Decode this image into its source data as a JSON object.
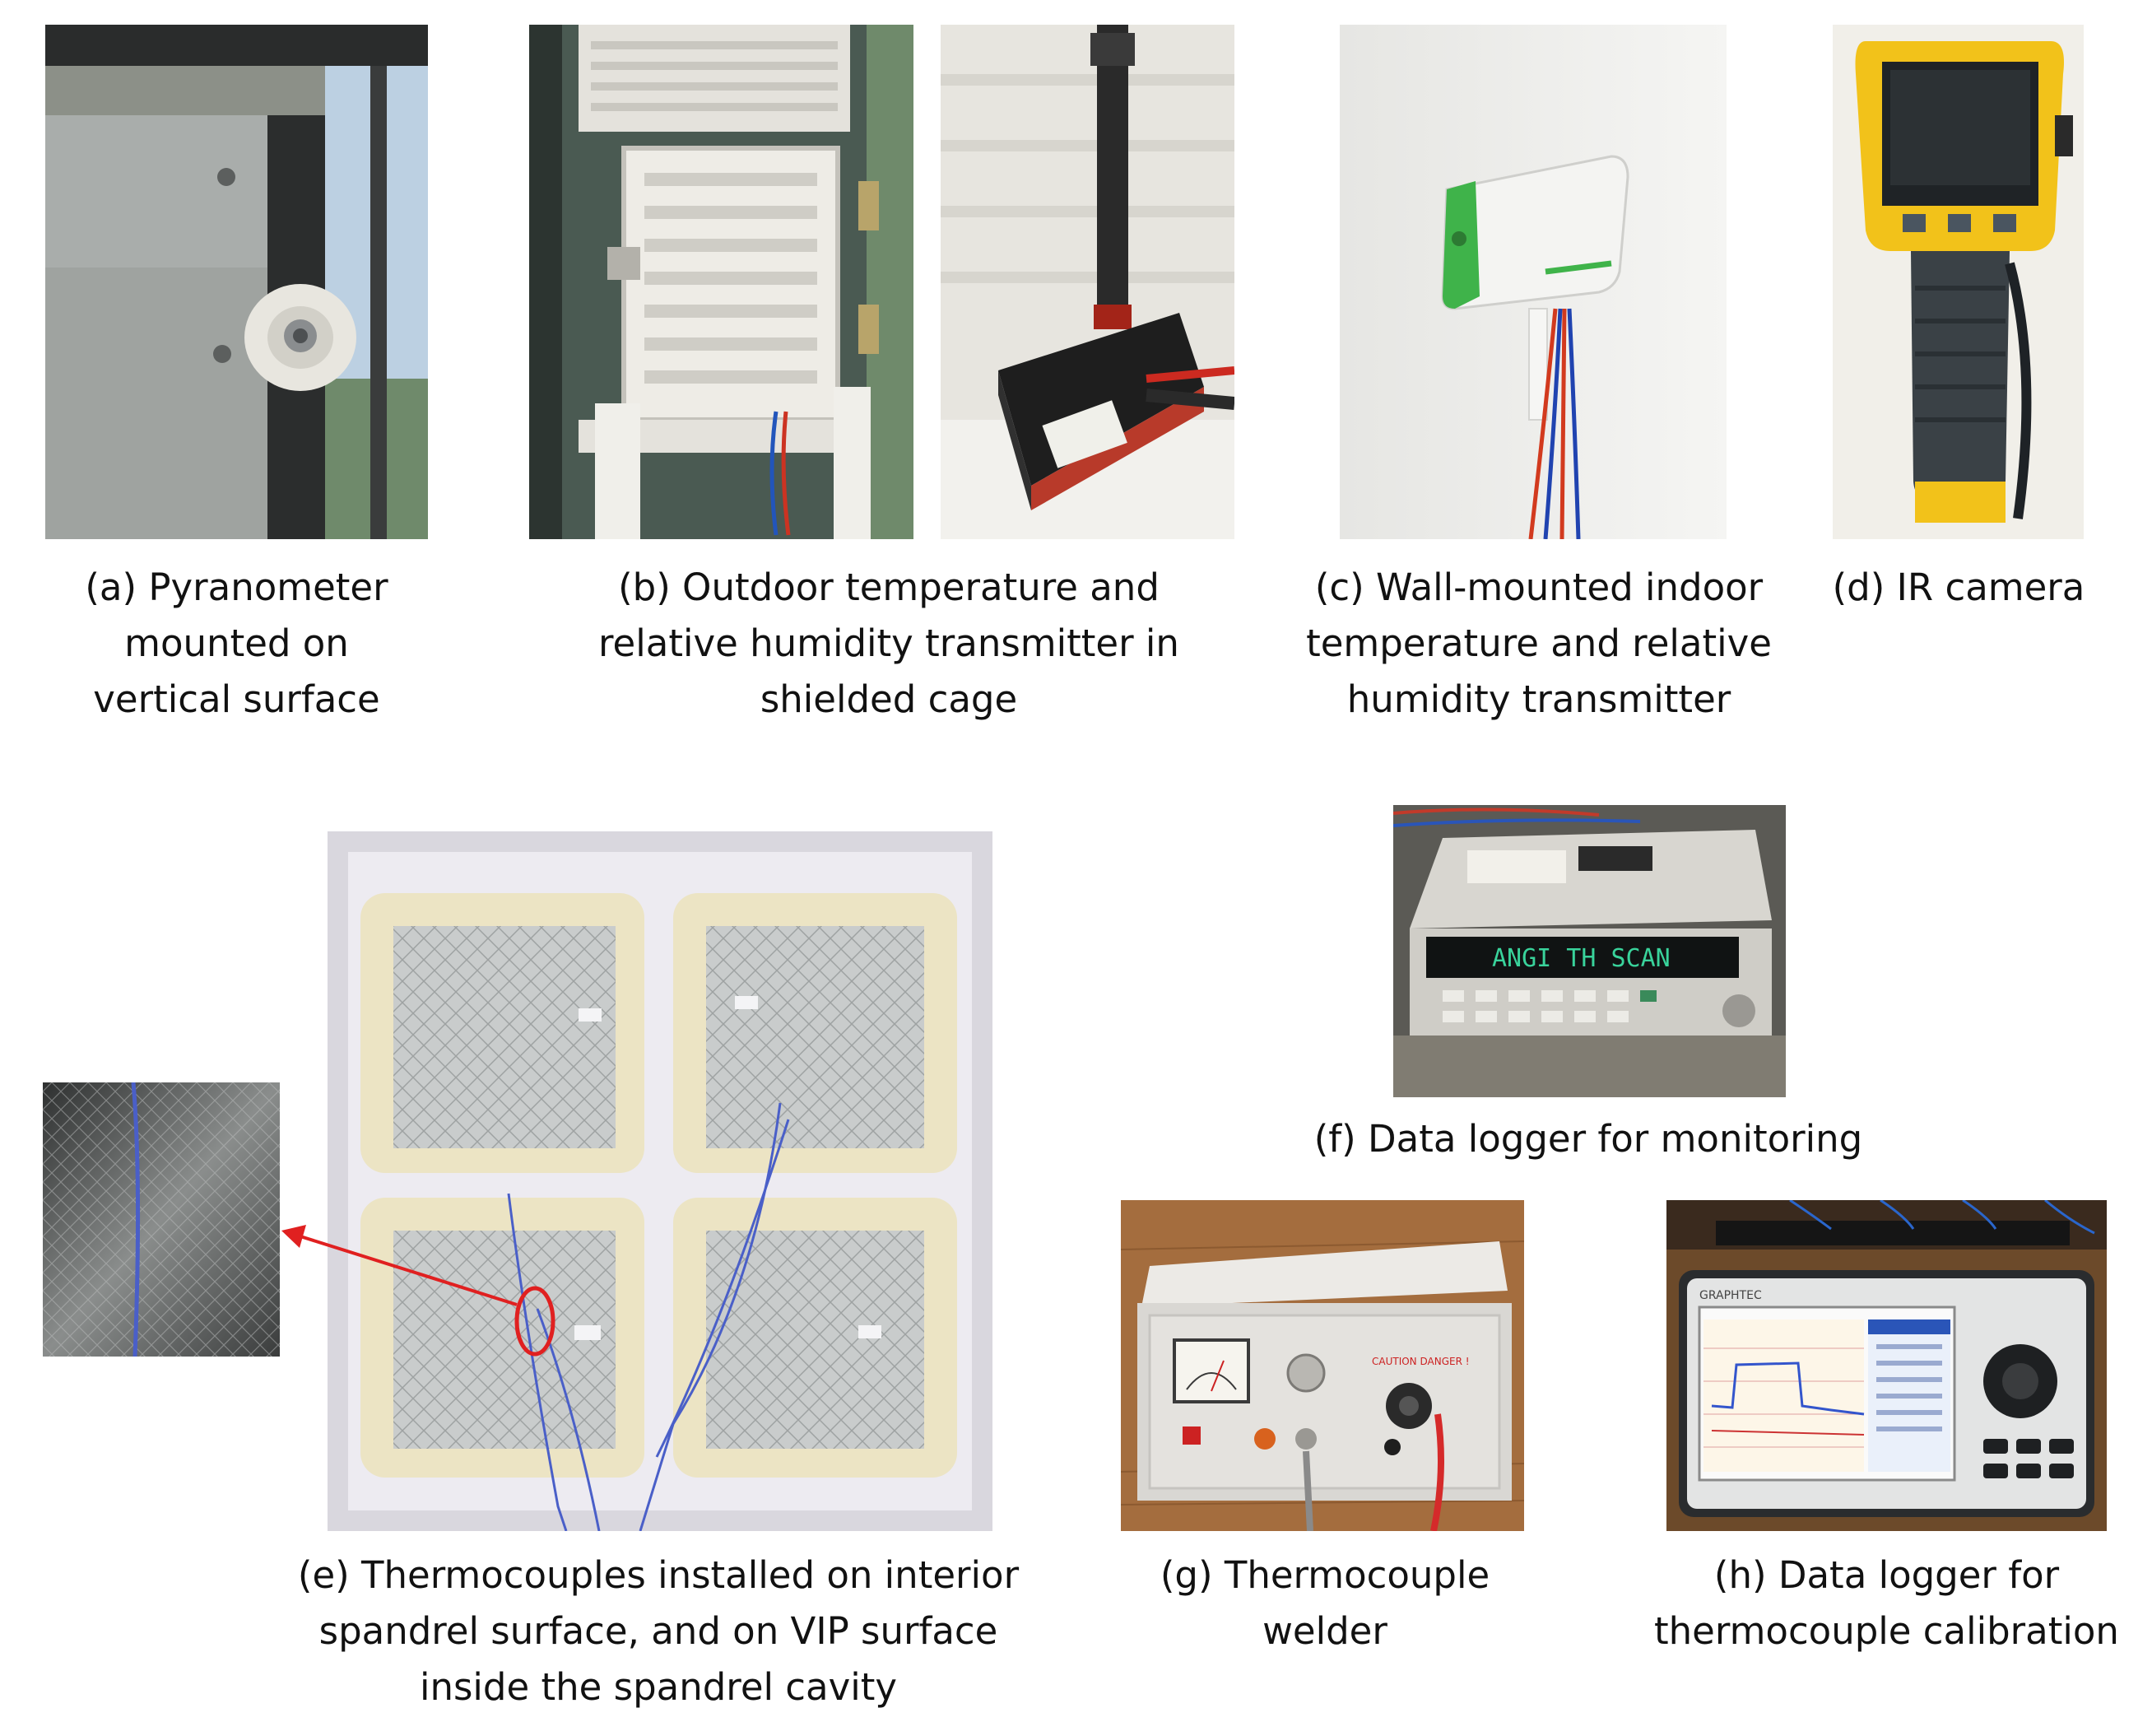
{
  "figure": {
    "panels": [
      {
        "id": "a",
        "caption_lines": [
          "(a) Pyranometer",
          "mounted on",
          "vertical surface"
        ]
      },
      {
        "id": "b",
        "caption_lines": [
          "(b) Outdoor temperature and",
          "relative humidity transmitter in",
          "shielded cage"
        ]
      },
      {
        "id": "c",
        "caption_lines": [
          "(c) Wall-mounted indoor",
          "temperature and relative",
          "humidity transmitter"
        ]
      },
      {
        "id": "d",
        "caption_lines": [
          "(d) IR camera"
        ]
      },
      {
        "id": "e",
        "caption_lines": [
          "(e) Thermocouples installed on interior",
          "spandrel surface, and on VIP surface",
          "inside the spandrel cavity"
        ]
      },
      {
        "id": "f",
        "caption_lines": [
          "(f) Data logger for monitoring"
        ]
      },
      {
        "id": "g",
        "caption_lines": [
          "(g) Thermocouple",
          "welder"
        ]
      },
      {
        "id": "h",
        "caption_lines": [
          "(h) Data logger for",
          "thermocouple calibration"
        ]
      }
    ],
    "colors": {
      "annotation_red": "#e02020",
      "ir_camera_yellow": "#f2c21a",
      "transmitter_green": "#3fb34a",
      "logger_display": "#39d39b"
    },
    "device_text": {
      "logger_display": "ANGI TH SCAN",
      "welder_warning": "CAUTION DANGER !",
      "brand_label": "GRAPHTEC"
    }
  }
}
